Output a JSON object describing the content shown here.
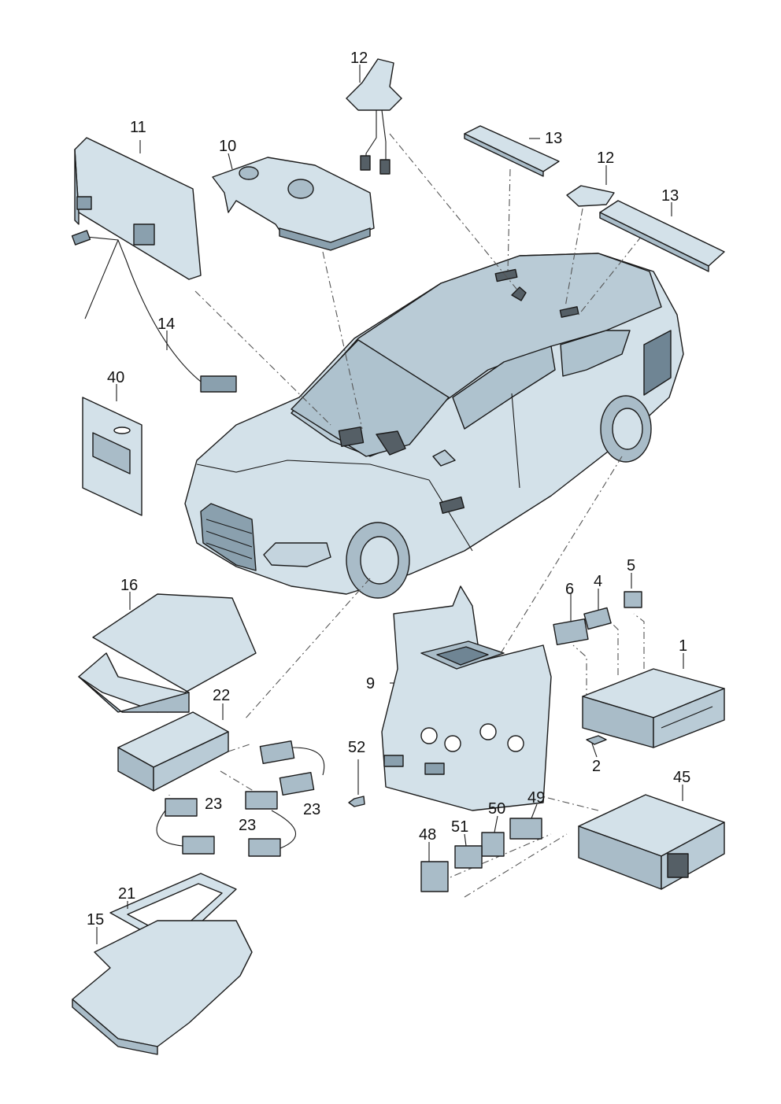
{
  "diagram": {
    "type": "exploded parts diagram",
    "colors": {
      "part_fill": "#d3e1e9",
      "part_shade": "#a9bcc8",
      "part_dark": "#6f8594",
      "line": "#1a1a1a"
    },
    "callouts": [
      {
        "id": "c1",
        "label": "1"
      },
      {
        "id": "c2",
        "label": "2"
      },
      {
        "id": "c4",
        "label": "4"
      },
      {
        "id": "c5",
        "label": "5"
      },
      {
        "id": "c6",
        "label": "6"
      },
      {
        "id": "c9",
        "label": "9"
      },
      {
        "id": "c10",
        "label": "10"
      },
      {
        "id": "c11",
        "label": "11"
      },
      {
        "id": "c12a",
        "label": "12"
      },
      {
        "id": "c12b",
        "label": "12"
      },
      {
        "id": "c13a",
        "label": "13"
      },
      {
        "id": "c13b",
        "label": "13"
      },
      {
        "id": "c14",
        "label": "14"
      },
      {
        "id": "c15",
        "label": "15"
      },
      {
        "id": "c16",
        "label": "16"
      },
      {
        "id": "c21",
        "label": "21"
      },
      {
        "id": "c22",
        "label": "22"
      },
      {
        "id": "c23a",
        "label": "23"
      },
      {
        "id": "c23b",
        "label": "23"
      },
      {
        "id": "c23c",
        "label": "23"
      },
      {
        "id": "c40",
        "label": "40"
      },
      {
        "id": "c45",
        "label": "45"
      },
      {
        "id": "c48",
        "label": "48"
      },
      {
        "id": "c49",
        "label": "49"
      },
      {
        "id": "c50",
        "label": "50"
      },
      {
        "id": "c51",
        "label": "51"
      },
      {
        "id": "c52",
        "label": "52"
      }
    ]
  }
}
